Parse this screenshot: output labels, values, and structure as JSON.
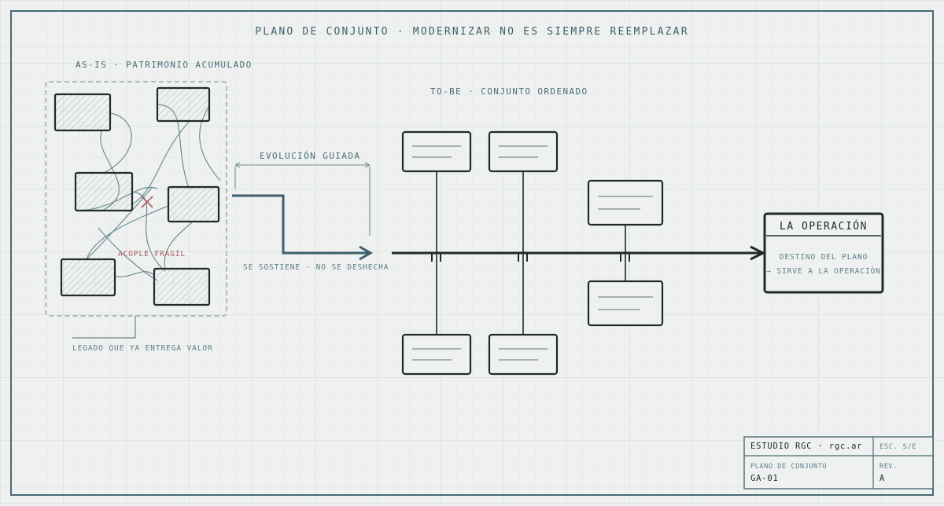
{
  "title": "PLANO DE CONJUNTO · MODERNIZAR NO ES SIEMPRE REEMPLAZAR",
  "as_is": {
    "label": "AS-IS · PATRIMONIO ACUMULADO",
    "fragile_label": "ACOPLE FRÁGIL",
    "legacy_note": "LEGADO QUE YA ENTREGA VALOR"
  },
  "evolution": {
    "label": "EVOLUCIÓN GUIADA",
    "note": "SE SOSTIENE · NO SE DESHECHA"
  },
  "to_be": {
    "label": "TO-BE · CONJUNTO ORDENADO"
  },
  "operation": {
    "title": "LA OPERACIÓN",
    "subtitle": "DESTINO DEL PLANO",
    "action": "→ SIRVE A LA OPERACIÓN"
  },
  "title_block": {
    "studio": "ESTUDIO RGC · rgc.ar",
    "scale": "ESC. S/E",
    "plan_label": "PLANO DE CONJUNTO",
    "plan_code": "GA-01",
    "rev_label": "REV.",
    "rev_value": "A"
  },
  "colors": {
    "ink": "#1f2a2a",
    "accent": "#3d5f6d",
    "warning": "#a85a62",
    "paper": "#eef1ef"
  }
}
